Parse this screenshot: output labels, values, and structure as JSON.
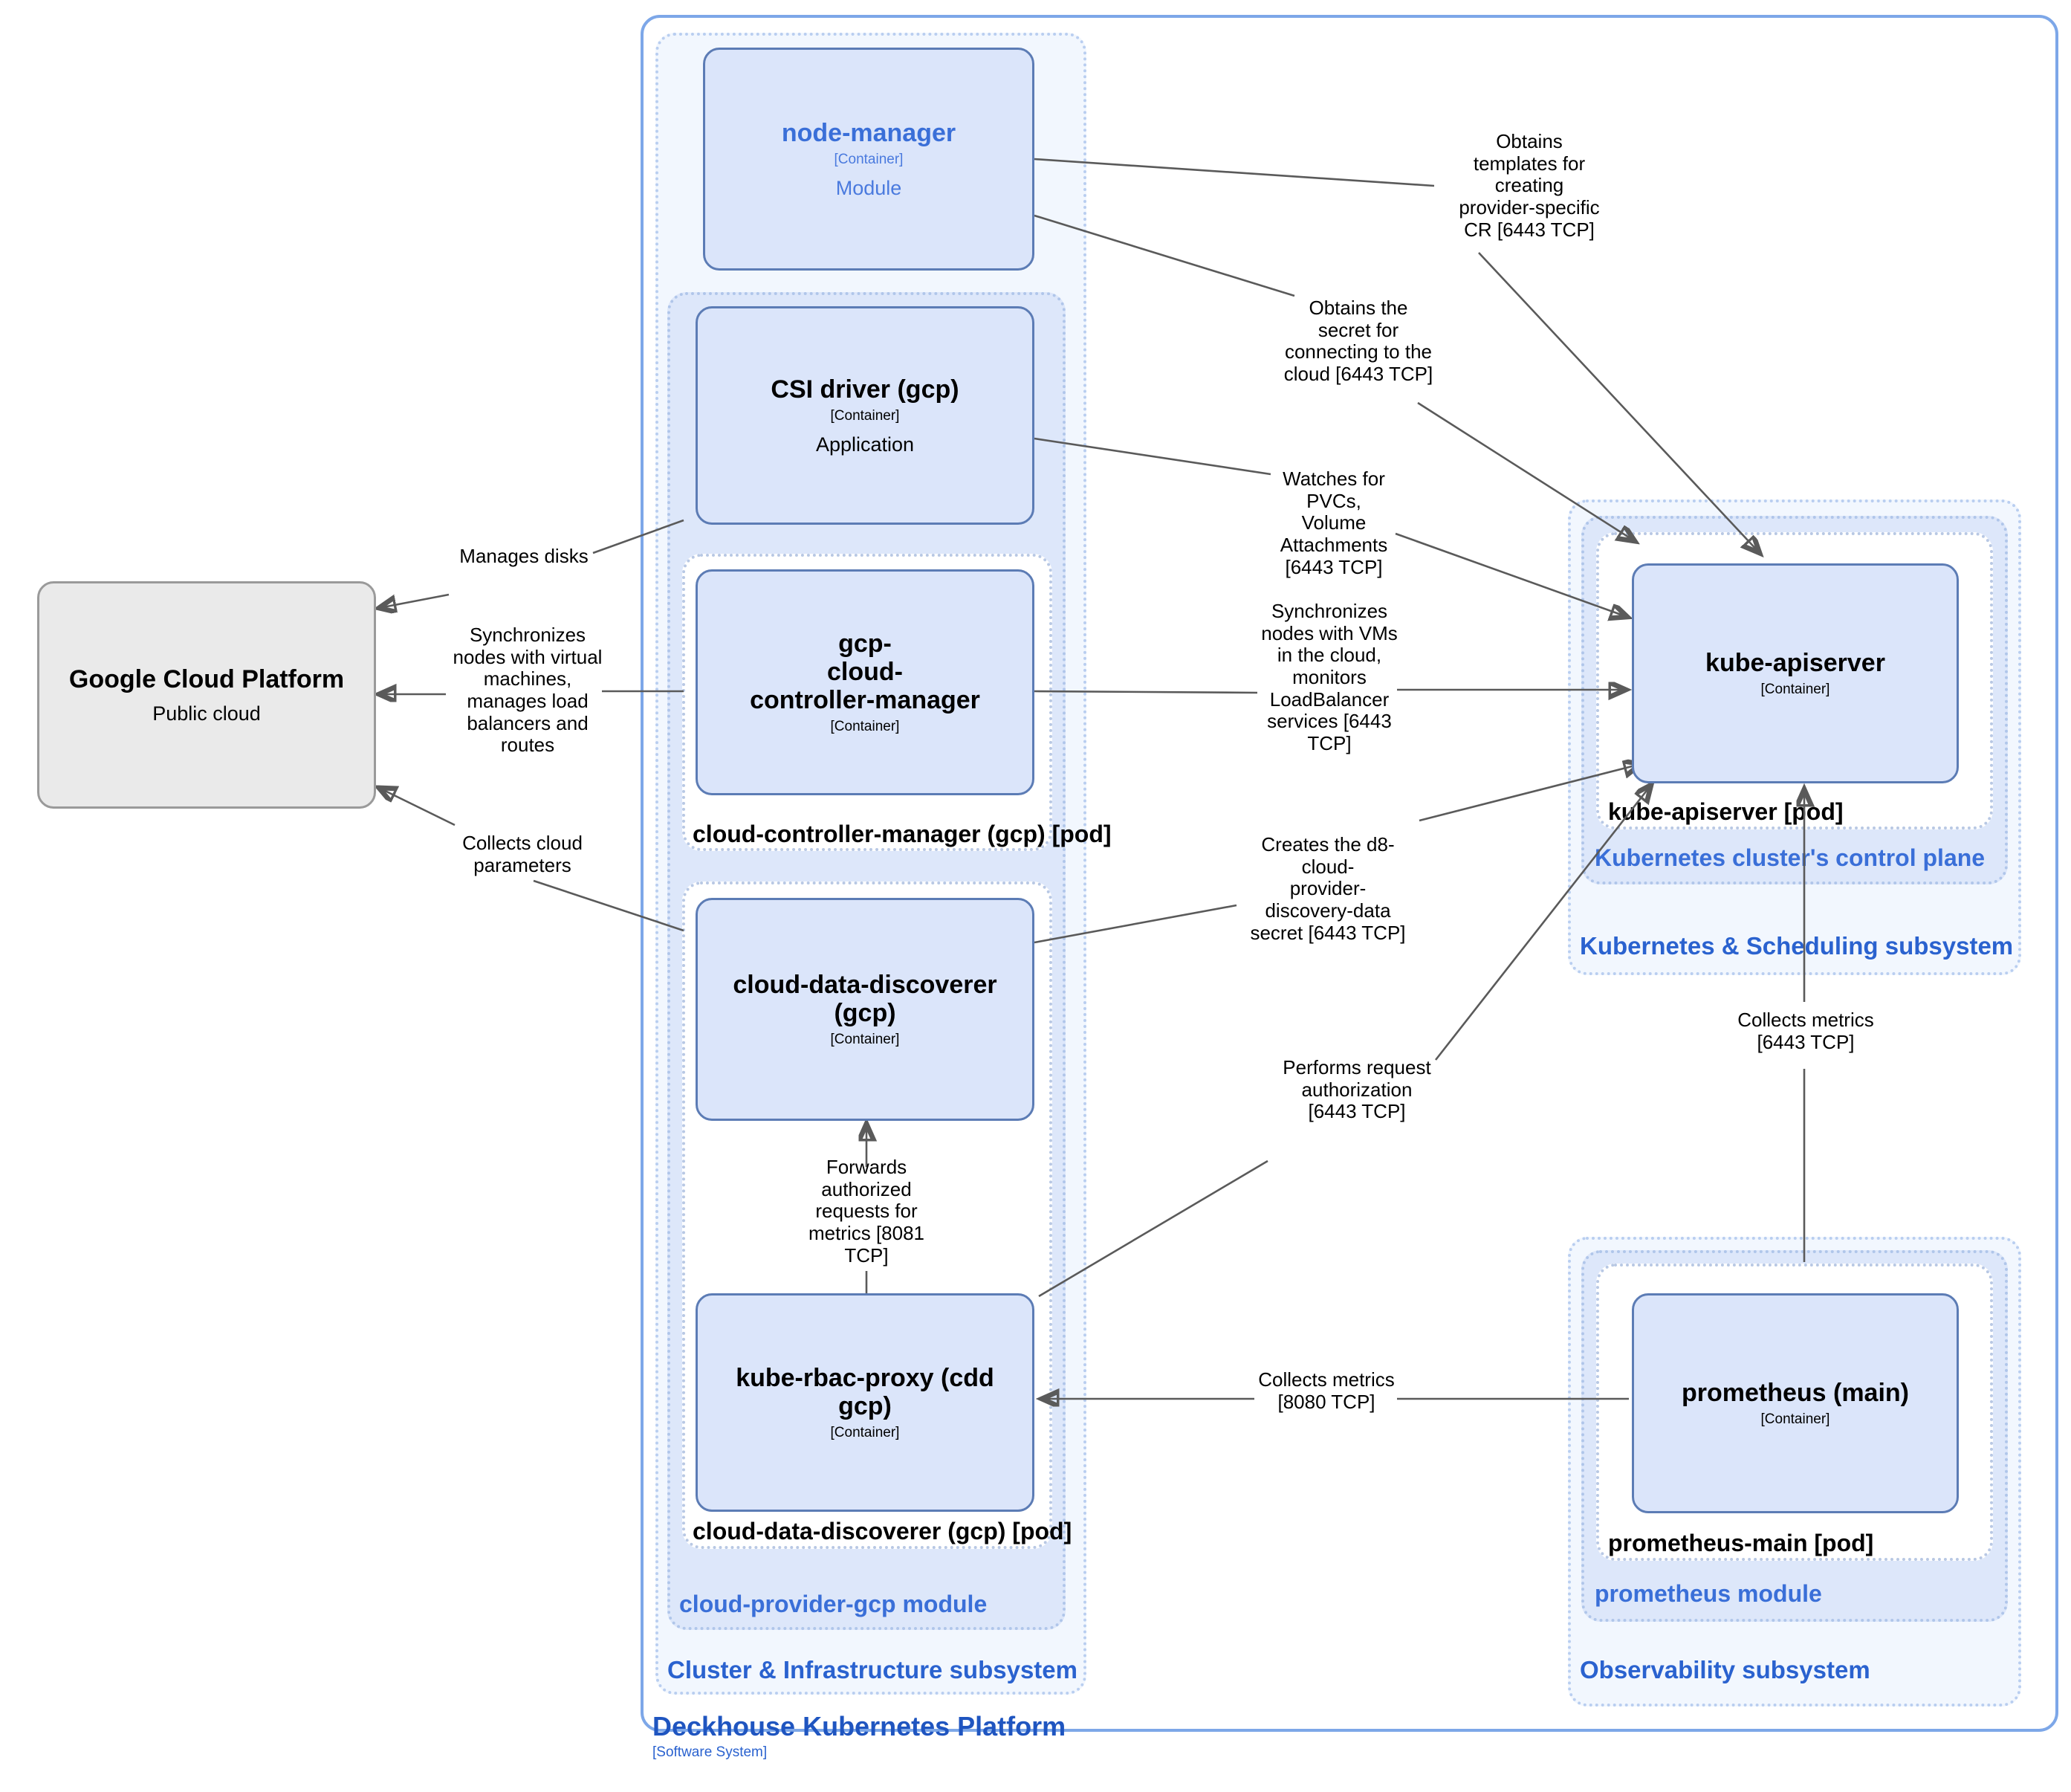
{
  "diagram": {
    "title": "Deckhouse Kubernetes Platform",
    "title_type": "[Software System]",
    "notation": "C4 container diagram"
  },
  "boundaries": {
    "software_system": "Deckhouse Kubernetes Platform",
    "software_system_type": "[Software System]",
    "subsystem_cluster": "Cluster & Infrastructure subsystem",
    "subsystem_kubernetes": "Kubernetes & Scheduling subsystem",
    "subsystem_observability": "Observability subsystem",
    "module_cloud_provider_gcp": "cloud-provider-gcp module",
    "module_prometheus": "prometheus module",
    "pod_ccm": "cloud-controller-manager (gcp) [pod]",
    "pod_cdd": "cloud-data-discoverer (gcp) [pod]",
    "pod_kube_apiserver": "kube-apiserver [pod]",
    "pod_prometheus_main": "prometheus-main [pod]",
    "control_plane": "Kubernetes cluster's control plane"
  },
  "elements": [
    {
      "id": "node-manager",
      "name": "node-manager",
      "type": "[Container]",
      "description": "Module"
    },
    {
      "id": "csi-driver",
      "name": "CSI driver (gcp)",
      "type": "[Container]",
      "description": "Application"
    },
    {
      "id": "gcp-ccm",
      "name": "gcp-\ncloud-\ncontroller-manager",
      "type": "[Container]",
      "description": ""
    },
    {
      "id": "cloud-data-discoverer",
      "name": "cloud-data-discoverer\n(gcp)",
      "type": "[Container]",
      "description": ""
    },
    {
      "id": "kube-rbac-proxy",
      "name": "kube-rbac-proxy (cdd\ngcp)",
      "type": "[Container]",
      "description": ""
    },
    {
      "id": "kube-apiserver",
      "name": "kube-apiserver",
      "type": "[Container]",
      "description": ""
    },
    {
      "id": "prometheus-main",
      "name": "prometheus (main)",
      "type": "[Container]",
      "description": ""
    },
    {
      "id": "gcp",
      "name": "Google Cloud Platform",
      "type": "",
      "description": "Public cloud"
    }
  ],
  "relationships": [
    {
      "id": "rel-nm-templates",
      "from": "node-manager",
      "to": "kube-apiserver",
      "label": "Obtains\ntemplates for\ncreating\nprovider-specific\nCR [6443 TCP]"
    },
    {
      "id": "rel-nm-secret",
      "from": "node-manager",
      "to": "kube-apiserver",
      "label": "Obtains the\nsecret for\nconnecting to the\ncloud [6443 TCP]"
    },
    {
      "id": "rel-csi-watch",
      "from": "csi-driver",
      "to": "kube-apiserver",
      "label": "Watches for\nPVCs, Volume\nAttachments\n[6443 TCP]"
    },
    {
      "id": "rel-ccm-sync",
      "from": "gcp-ccm",
      "to": "kube-apiserver",
      "label": "Synchronizes\nnodes with VMs\nin the cloud,\nmonitors\nLoadBalancer\nservices [6443\nTCP]"
    },
    {
      "id": "rel-cdd-secret",
      "from": "cloud-data-discoverer",
      "to": "kube-apiserver",
      "label": "Creates the d8-\ncloud-\nprovider-\ndiscovery-data\nsecret [6443 TCP]"
    },
    {
      "id": "rel-krp-authz",
      "from": "kube-rbac-proxy",
      "to": "kube-apiserver",
      "label": "Performs request\nauthorization\n[6443 TCP]"
    },
    {
      "id": "rel-csi-disks",
      "from": "csi-driver",
      "to": "gcp",
      "label": "Manages disks"
    },
    {
      "id": "rel-ccm-gcp",
      "from": "gcp-ccm",
      "to": "gcp",
      "label": "Synchronizes\nnodes with virtual\nmachines,\nmanages load\nbalancers and\nroutes"
    },
    {
      "id": "rel-cdd-gcp",
      "from": "cloud-data-discoverer",
      "to": "gcp",
      "label": "Collects cloud\nparameters"
    },
    {
      "id": "rel-krp-cdd",
      "from": "kube-rbac-proxy",
      "to": "cloud-data-discoverer",
      "label": "Forwards\nauthorized\nrequests for\nmetrics [8081\nTCP]"
    },
    {
      "id": "rel-prom-apiserver",
      "from": "prometheus-main",
      "to": "kube-apiserver",
      "label": "Collects metrics\n[6443 TCP]"
    },
    {
      "id": "rel-prom-krp",
      "from": "prometheus-main",
      "to": "kube-rbac-proxy",
      "label": "Collects metrics\n[8080 TCP]"
    }
  ],
  "colors": {
    "element_fill": "#dbe5fa",
    "element_border": "#5c7cb5",
    "external_fill": "#eaeaea",
    "external_border": "#9a9a9a",
    "boundary_accent": "#2a62cf",
    "module_accent": "#3a6fd8",
    "system_accent": "#1f55c0",
    "edge_stroke": "#5a5a5a"
  }
}
